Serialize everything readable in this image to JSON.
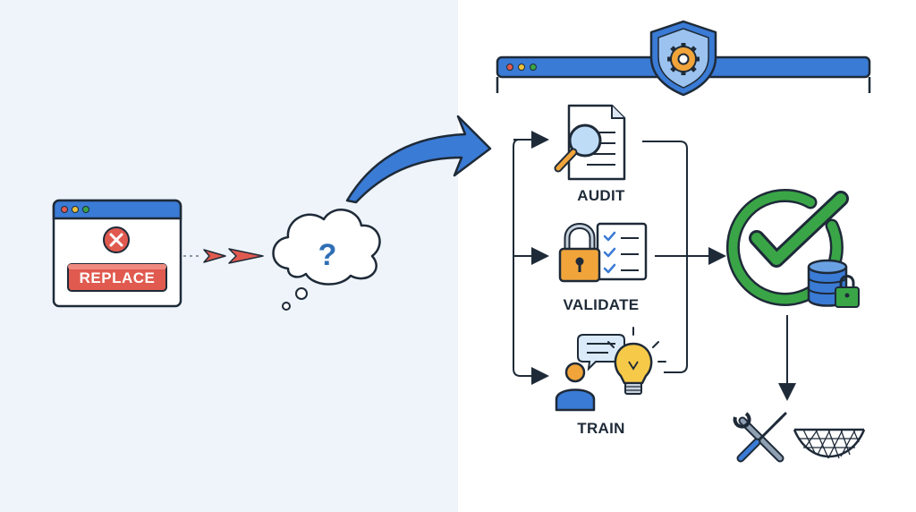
{
  "replace_window": {
    "button_label": "REPLACE"
  },
  "thought": {
    "symbol": "?"
  },
  "steps": [
    {
      "label": "AUDIT",
      "icon": "document-magnifier-icon"
    },
    {
      "label": "VALIDATE",
      "icon": "padlock-checklist-icon"
    },
    {
      "label": "TRAIN",
      "icon": "person-lightbulb-icon"
    }
  ],
  "outcome": {
    "check_icon": "green-check-circle-icon",
    "database_icon": "locked-database-icon"
  },
  "bottom_icons": [
    "wrench-screwdriver-icon",
    "safety-net-icon"
  ],
  "colors": {
    "left_bg": "#eef4f9",
    "accent_blue": "#3a7bd5",
    "alert_red": "#e05a4f",
    "success_green": "#3aa547",
    "lock_orange": "#f0a43a",
    "outline": "#1e2a38"
  }
}
